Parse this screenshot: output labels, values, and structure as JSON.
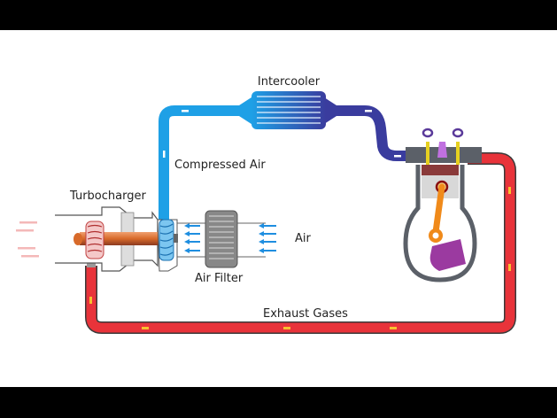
{
  "labels": {
    "intercooler": "Intercooler",
    "compressed_air": "Compressed Air",
    "turbocharger": "Turbocharger",
    "air": "Air",
    "air_filter": "Air Filter",
    "exhaust_gases": "Exhaust Gases"
  },
  "colors": {
    "compressed_air_pipe": "#1ea0e6",
    "cooled_air_pipe": "#3a3c9e",
    "exhaust_pipe": "#e8333a",
    "engine_block": "#5b6068",
    "piston_rod": "#f08a1a",
    "crank": "#9b3aa0"
  }
}
